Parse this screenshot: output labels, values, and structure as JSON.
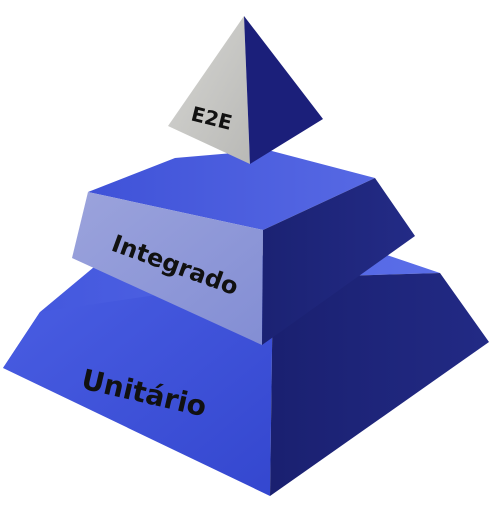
{
  "diagram": {
    "type": "pyramid",
    "tiers": [
      {
        "label": "E2E",
        "level": "top",
        "colors": {
          "front": "#c9c9c6",
          "right": "#1b1f7a"
        }
      },
      {
        "label": "Integrado",
        "level": "middle",
        "colors": {
          "top": "#4a5fe0",
          "front": "#8f98d8",
          "right": "#1d2576"
        }
      },
      {
        "label": "Unitário",
        "level": "base",
        "colors": {
          "top": "#4f62e6",
          "front": "#3f53d8",
          "right": "#1a2170"
        }
      }
    ]
  }
}
